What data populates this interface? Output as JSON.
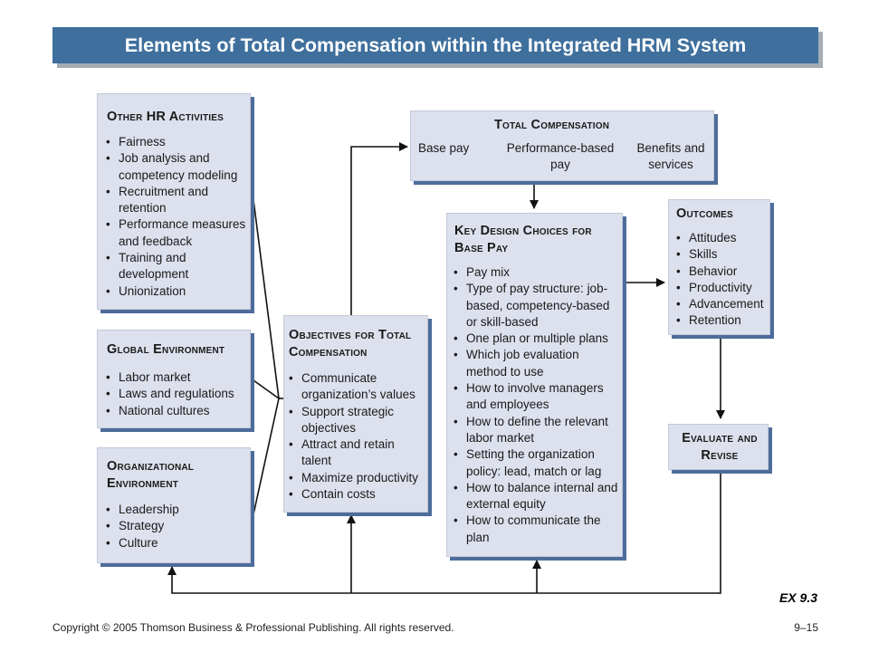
{
  "title": "Elements of Total Compensation within the Integrated HRM System",
  "other_hr": {
    "title": "Other HR Activities",
    "items": [
      "Fairness",
      "Job analysis and competency modeling",
      "Recruitment and retention",
      "Performance measures and feedback",
      "Training and development",
      "Unionization"
    ]
  },
  "global_env": {
    "title": "Global Environment",
    "items": [
      "Labor market",
      "Laws and regulations",
      "National cultures"
    ]
  },
  "org_env": {
    "title": "Organizational Environment",
    "items": [
      "Leadership",
      "Strategy",
      "Culture"
    ]
  },
  "objectives": {
    "title": "Objectives for Total Compensation",
    "items": [
      "Communicate organization’s values",
      "Support strategic objectives",
      "Attract and retain talent",
      "Maximize productivity",
      "Contain costs"
    ]
  },
  "total_comp": {
    "title": "Total Compensation",
    "items": [
      "Base pay",
      "Performance-based pay",
      "Benefits and services"
    ]
  },
  "key_design": {
    "title": "Key Design Choices for Base Pay",
    "items": [
      "Pay mix",
      "Type of pay structure: job-based, competency-based or skill-based",
      "One plan or multiple plans",
      "Which job evaluation method to use",
      "How to involve managers and employees",
      "How to define the relevant labor market",
      "Setting the organization policy: lead, match or lag",
      "How to balance internal and external equity",
      "How to communicate the plan"
    ]
  },
  "outcomes": {
    "title": "Outcomes",
    "items": [
      "Attitudes",
      "Skills",
      "Behavior",
      "Productivity",
      "Advancement",
      "Retention"
    ]
  },
  "evaluate": {
    "title": "Evaluate and Revise"
  },
  "exhibit_label": "EX 9.3",
  "footer": {
    "copyright": "Copyright © 2005 Thomson Business & Professional Publishing. All rights reserved.",
    "page": "9–15"
  },
  "colors": {
    "title_bar": "#3e6f9d",
    "box_fill": "#dde1ed",
    "box_shadow": "#4d6c9b"
  }
}
